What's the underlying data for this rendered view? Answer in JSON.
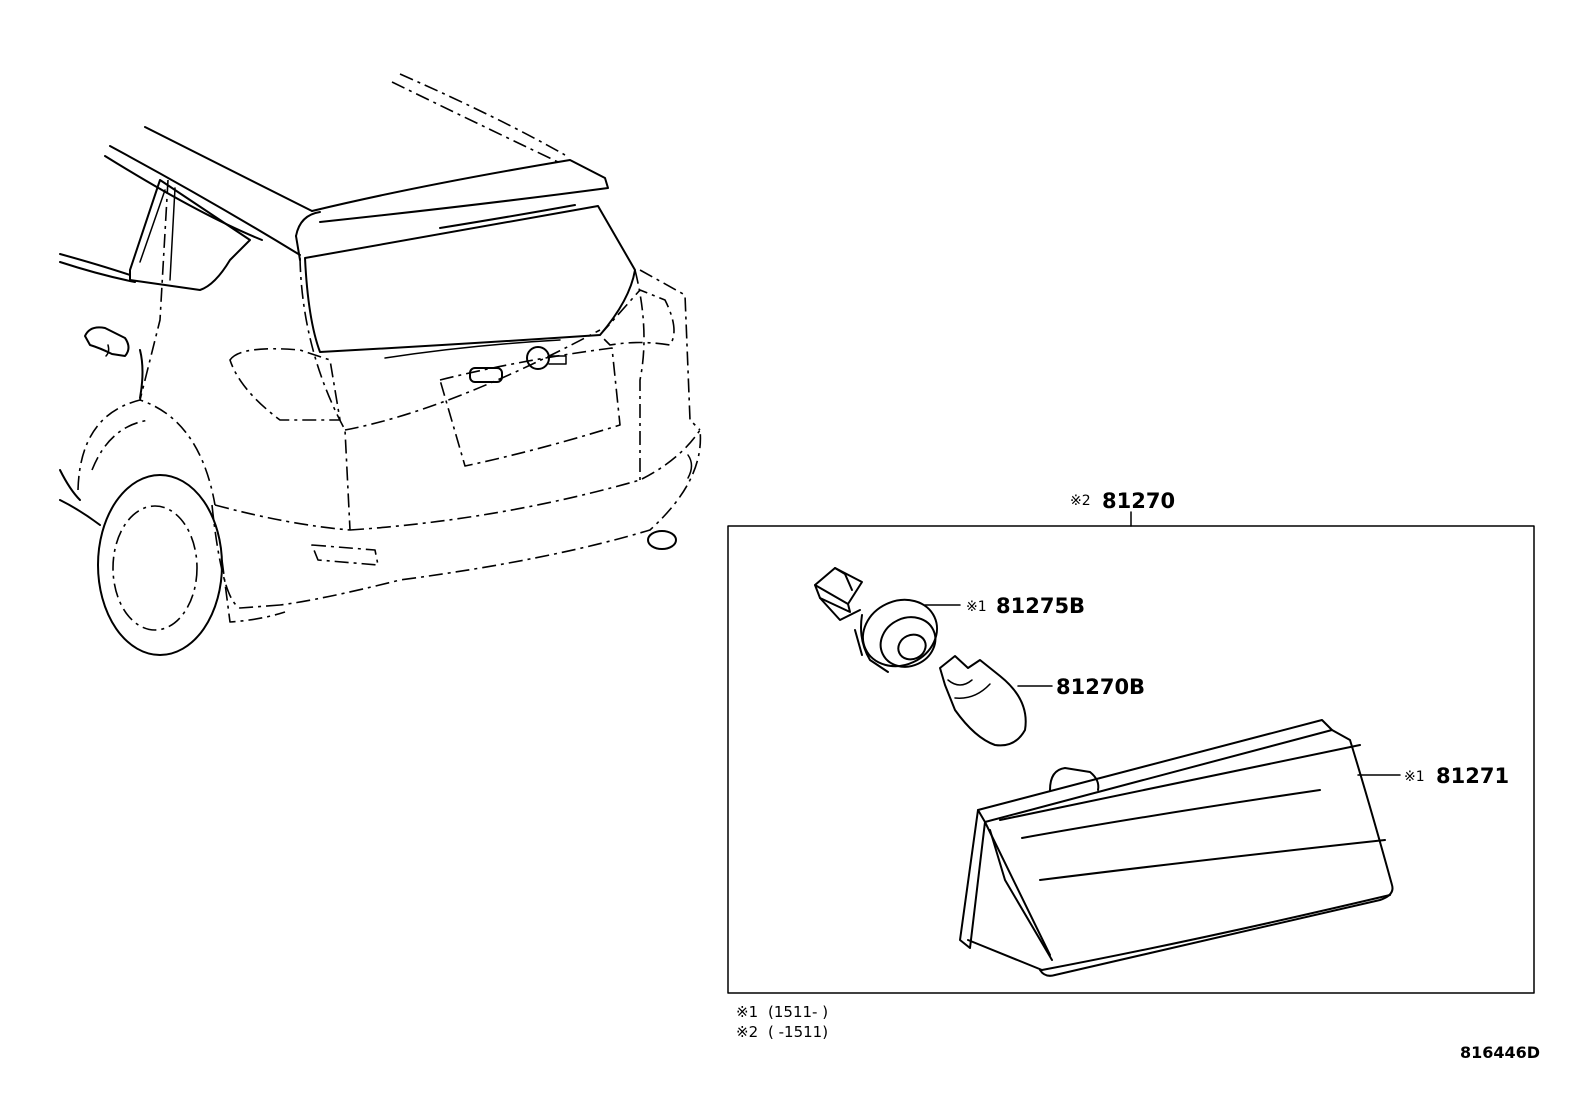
{
  "callouts": {
    "assembly": {
      "mark": "※2",
      "number": "81270"
    },
    "socket": {
      "mark": "※1",
      "number": "81275B"
    },
    "bulb": {
      "number": "81270B"
    },
    "lens": {
      "mark": "※1",
      "number": "81271"
    }
  },
  "notes": [
    {
      "mark": "※1",
      "text": "(1511-      )"
    },
    {
      "mark": "※2",
      "text": "(      -1511)"
    }
  ],
  "diagram_code": "816446D"
}
